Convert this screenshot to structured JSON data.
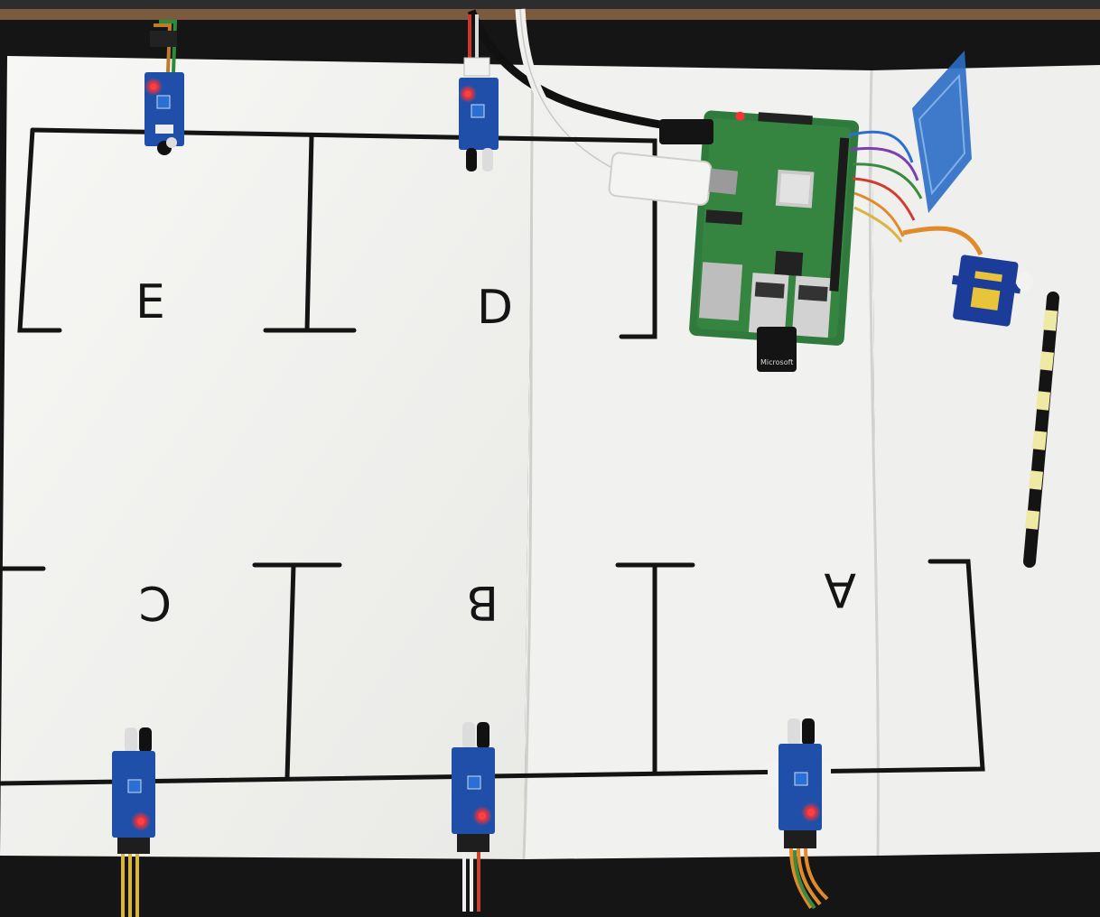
{
  "photo": {
    "subject": "smart parking board with IR sensors, Raspberry Pi, RFID reader and servo barrier",
    "colors": {
      "board": "#151515",
      "paper": "#f4f4f2",
      "ink": "#141414",
      "table": "#7b5b40",
      "pi_green": "#2f7a3c",
      "sensor_blue": "#1f4fa8",
      "rfid_blue": "#2b6cc4",
      "servo_blue": "#1c3c9a"
    }
  },
  "slots": {
    "top": [
      {
        "letter": "E"
      },
      {
        "letter": "D"
      }
    ],
    "bottom": [
      {
        "letter": "C"
      },
      {
        "letter": "B"
      },
      {
        "letter": "A"
      }
    ]
  },
  "sensors": {
    "top": [
      {
        "name": "ir-sensor-slot-e"
      },
      {
        "name": "ir-sensor-slot-d"
      }
    ],
    "bottom": [
      {
        "name": "ir-sensor-slot-c"
      },
      {
        "name": "ir-sensor-slot-b"
      },
      {
        "name": "ir-sensor-slot-a"
      }
    ]
  },
  "devices": {
    "controller": "raspberry-pi",
    "reader": "rfid-reader",
    "barrier": "servo-motor",
    "arm": "barrier-arm",
    "dongle_text": "Microsoft"
  }
}
